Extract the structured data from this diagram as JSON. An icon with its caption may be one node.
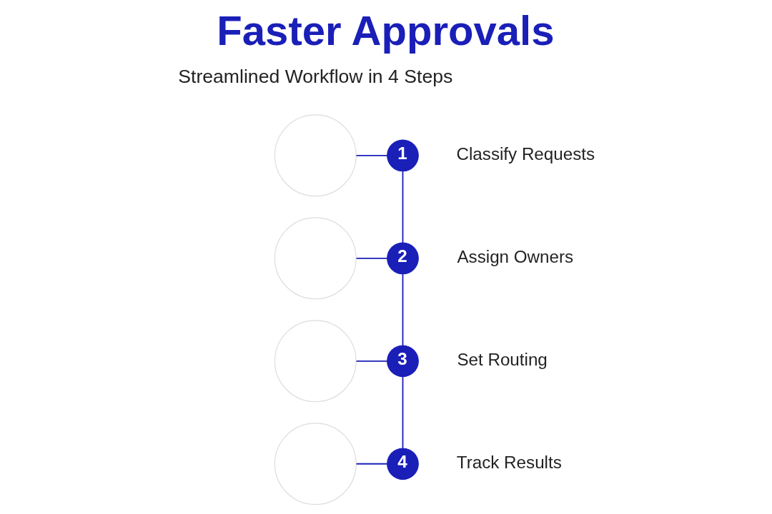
{
  "diagram": {
    "title": "Faster Approvals",
    "nodes": [
      {
        "text": [],
        "shape": "circle"
      },
      {
        "text": [
          "1"
        ],
        "beside": [
          "Classify Requests"
        ]
      },
      {
        "text": [],
        "shape": "circle"
      },
      {
        "text": [
          "2"
        ],
        "beside": [
          "Assign Owners"
        ]
      },
      {
        "text": [],
        "shape": "circle"
      },
      {
        "text": [
          "3"
        ],
        "beside": [
          "Set Routing"
        ]
      },
      {
        "text": [],
        "shape": "circle"
      },
      {
        "text": [
          "4"
        ],
        "beside": [
          "Track Results"
        ]
      }
    ],
    "edges": [
      {
        "from": 0,
        "to": 1,
        "arrow": "none"
      },
      {
        "from": 1,
        "to": 3,
        "arrow": "none"
      },
      {
        "from": 2,
        "to": 3,
        "arrow": "none"
      },
      {
        "from": 3,
        "to": 5,
        "arrow": "none"
      },
      {
        "from": 4,
        "to": 5,
        "arrow": "none"
      },
      {
        "from": 5,
        "to": 7,
        "arrow": "none"
      },
      {
        "from": 6,
        "to": 7,
        "arrow": "none"
      }
    ],
    "labels": [
      "Streamlined Workflow in 4 Steps"
    ]
  }
}
